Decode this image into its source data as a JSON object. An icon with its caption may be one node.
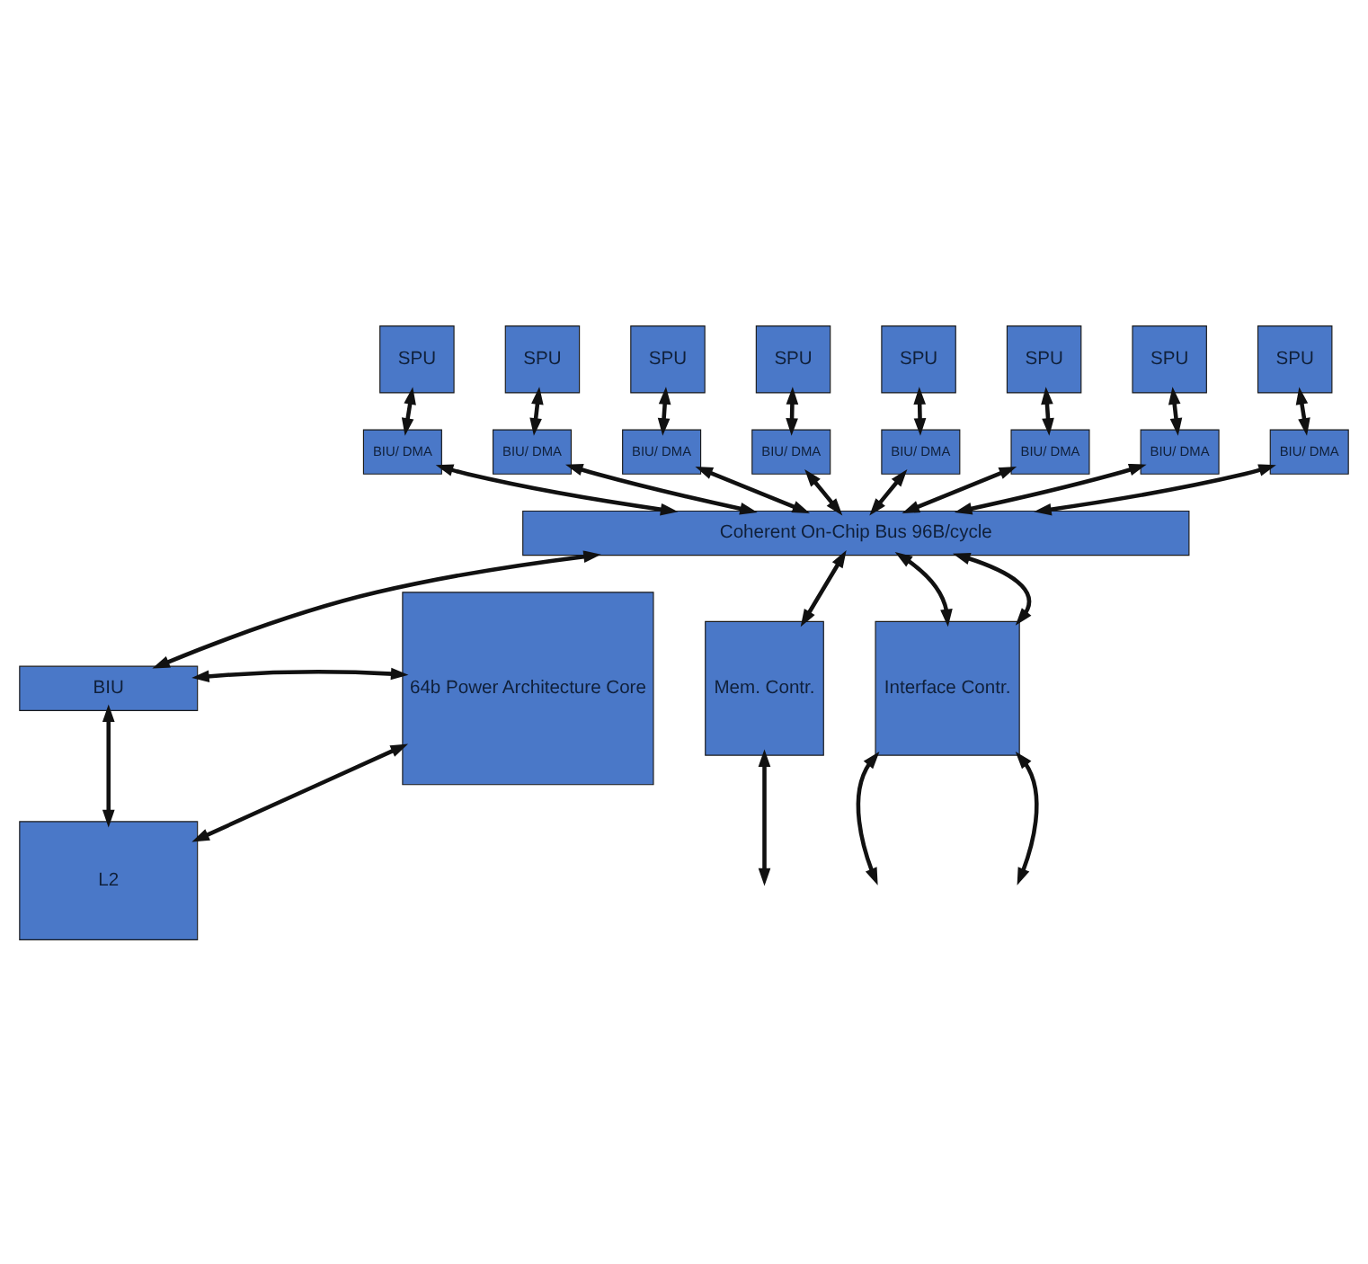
{
  "diagram": {
    "nodes": [
      {
        "text": [
          "SPU"
        ]
      },
      {
        "text": [
          "SPU"
        ]
      },
      {
        "text": [
          "SPU"
        ]
      },
      {
        "text": [
          "SPU"
        ]
      },
      {
        "text": [
          "SPU"
        ]
      },
      {
        "text": [
          "SPU"
        ]
      },
      {
        "text": [
          "SPU"
        ]
      },
      {
        "text": [
          "SPU"
        ]
      },
      {
        "text": [
          "BIU/ DMA"
        ]
      },
      {
        "text": [
          "BIU/ DMA"
        ]
      },
      {
        "text": [
          "BIU/ DMA"
        ]
      },
      {
        "text": [
          "BIU/ DMA"
        ]
      },
      {
        "text": [
          "BIU/ DMA"
        ]
      },
      {
        "text": [
          "BIU/ DMA"
        ]
      },
      {
        "text": [
          "BIU/ DMA"
        ]
      },
      {
        "text": [
          "BIU/ DMA"
        ]
      },
      {
        "text": [
          "Coherent On-Chip Bus 96B/cycle"
        ]
      },
      {
        "text": [
          "BIU"
        ]
      },
      {
        "text": [
          "64b Power Architecture Core"
        ]
      },
      {
        "text": [
          "Mem. Contr."
        ]
      },
      {
        "text": [
          "Interface Contr."
        ]
      },
      {
        "text": [
          "L2"
        ]
      }
    ],
    "edges": [
      {
        "from": 0,
        "to": 8,
        "arrow": "both"
      },
      {
        "from": 1,
        "to": 9,
        "arrow": "both"
      },
      {
        "from": 2,
        "to": 10,
        "arrow": "both"
      },
      {
        "from": 3,
        "to": 11,
        "arrow": "both"
      },
      {
        "from": 4,
        "to": 12,
        "arrow": "both"
      },
      {
        "from": 5,
        "to": 13,
        "arrow": "both"
      },
      {
        "from": 6,
        "to": 14,
        "arrow": "both"
      },
      {
        "from": 7,
        "to": 15,
        "arrow": "both"
      },
      {
        "from": 8,
        "to": 16,
        "arrow": "both"
      },
      {
        "from": 9,
        "to": 16,
        "arrow": "both"
      },
      {
        "from": 10,
        "to": 16,
        "arrow": "both"
      },
      {
        "from": 11,
        "to": 16,
        "arrow": "both"
      },
      {
        "from": 12,
        "to": 16,
        "arrow": "both"
      },
      {
        "from": 13,
        "to": 16,
        "arrow": "both"
      },
      {
        "from": 14,
        "to": 16,
        "arrow": "both"
      },
      {
        "from": 15,
        "to": 16,
        "arrow": "both"
      },
      {
        "from": 16,
        "to": 17,
        "arrow": "both"
      },
      {
        "from": 16,
        "to": 19,
        "arrow": "both"
      },
      {
        "from": 16,
        "to": 20,
        "arrow": "both"
      },
      {
        "from": 16,
        "to": 20,
        "arrow": "both"
      },
      {
        "from": 17,
        "to": 18,
        "arrow": "both"
      },
      {
        "from": 17,
        "to": 21,
        "arrow": "both"
      },
      {
        "from": 21,
        "to": 18,
        "arrow": "both"
      },
      {
        "from": 19,
        "to": null,
        "arrow": "both"
      },
      {
        "from": 20,
        "to": null,
        "arrow": "both"
      },
      {
        "from": 20,
        "to": null,
        "arrow": "both"
      }
    ]
  }
}
